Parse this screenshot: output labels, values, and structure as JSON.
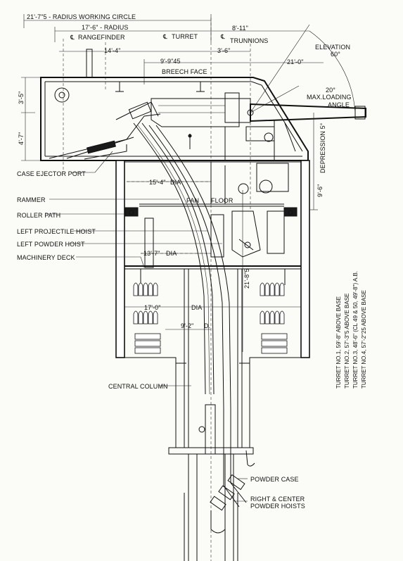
{
  "dimensions": {
    "radius_working_circle": "21'-7\"5 - RADIUS WORKING CIRCLE",
    "radius": "17'-6\" - RADIUS",
    "top_8_11": "8'-11\"",
    "width_14_4": "14'-4\"",
    "width_3_6": "3'-6\"",
    "width_9_945": "9'-9\"45",
    "width_21_0": "21'-0\"",
    "height_3_5": "3'-5\"",
    "height_4_7": "4'-7\"",
    "dia_15_4": "15'-4\"",
    "dia_13_7": "13'-7\"",
    "dia_17_0": "17'-0\"",
    "dia_9_2": "9'-2\"",
    "height_9_6": "9'-6\"",
    "height_21_8": "21'-8\"5",
    "dia_word": "DIA",
    "dia_abbrev": "D."
  },
  "centerlines": {
    "rangefinder": "RANGEFINDER",
    "turret": "TURRET",
    "trunnions": "TRUNNIONS",
    "cl_symbol": "℄"
  },
  "gun_labels": {
    "elevation": "ELEVATION",
    "elevation_value": "60°",
    "max_loading_value": "20°",
    "max_loading": "MAX.LOADING",
    "angle": "ANGLE",
    "depression": "DEPRESSION 5°",
    "breech_face": "BREECH FACE",
    "pan": "PAN",
    "floor": "FLOOR"
  },
  "callouts": {
    "case_ejector_port": "CASE EJECTOR PORT",
    "rammer": "RAMMER",
    "roller_path": "ROLLER PATH",
    "left_projectile_hoist": "LEFT PROJECTILE HOIST",
    "left_powder_hoist": "LEFT POWDER HOIST",
    "machinery_deck": "MACHINERY DECK",
    "central_column": "CENTRAL COLUMN",
    "powder_case": "POWDER CASE",
    "right_center_hoists_1": "RIGHT & CENTER",
    "right_center_hoists_2": "POWDER HOISTS"
  },
  "turret_table": [
    "TURRET NO.1, 59'-8\" ABOVE BASE",
    "TURRET NO.2, 57'-3\"5 ABOVE BASE",
    "TURRET NO.3, 48'-6\" (CL 49 & 50, 49'-8\") A.B.",
    "TURRET NO.4, 57'-2\"25 ABOVE BASE"
  ]
}
